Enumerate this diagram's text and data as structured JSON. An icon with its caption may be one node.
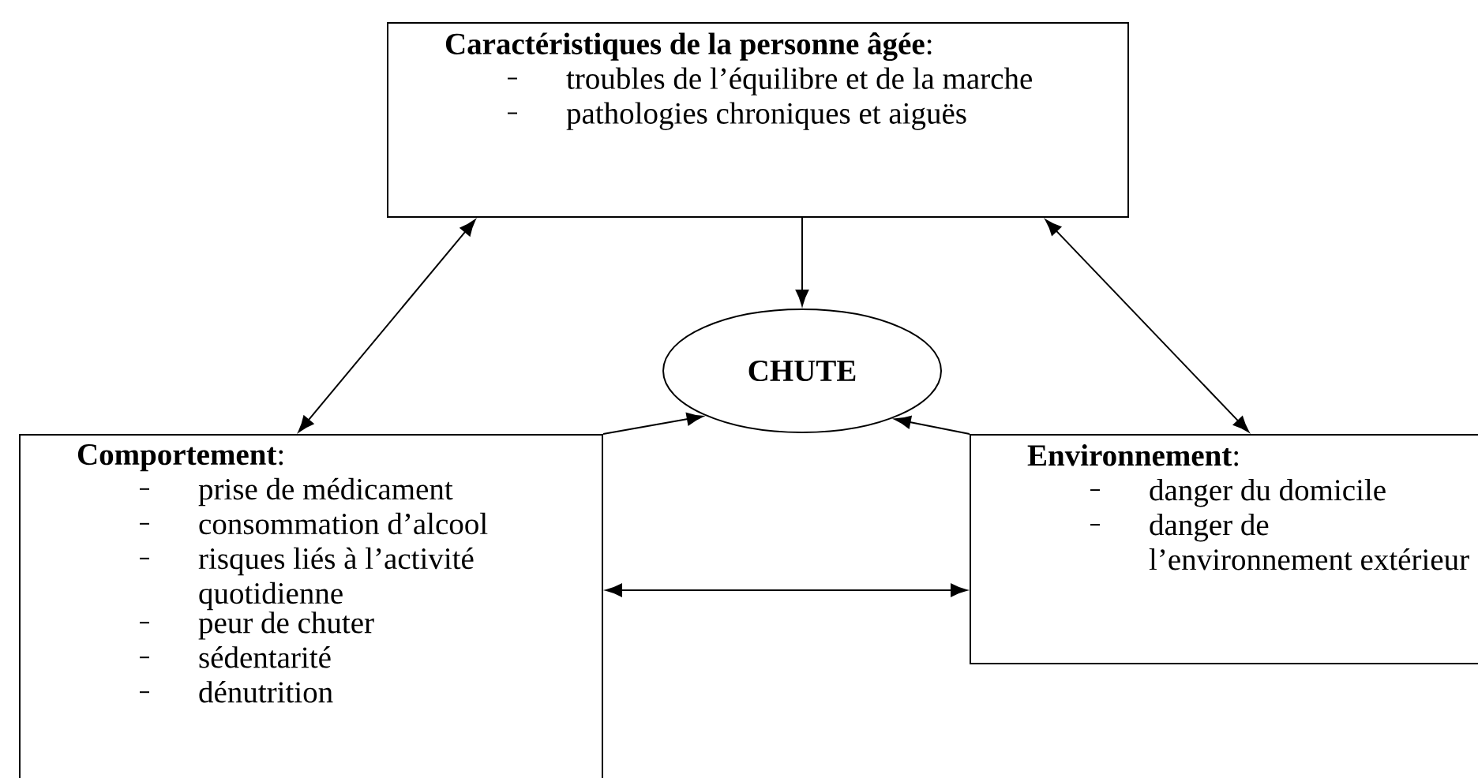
{
  "diagram": {
    "nodes": [
      {
        "text": [
          "**Caractéristiques de la personne âgée**:",
          "troubles de l’équilibre et de la marche",
          "pathologies chroniques et aiguës"
        ]
      },
      {
        "text": [
          "CHUTE"
        ]
      },
      {
        "text": [
          "**Comportement**:",
          "prise de médicament",
          "consommation d’alcool",
          "risques liés à l’activité quotidienne",
          "peur de chuter",
          "sédentarité",
          "dénutrition"
        ]
      },
      {
        "text": [
          "**Environnement**:",
          "danger du domicile",
          "danger de l’environnement extérieur"
        ]
      }
    ],
    "edges": [
      {
        "from": 0,
        "to": 1,
        "arrow": "to"
      },
      {
        "from": 0,
        "to": 2,
        "arrow": "both"
      },
      {
        "from": 0,
        "to": 3,
        "arrow": "both"
      },
      {
        "from": 2,
        "to": 1,
        "arrow": "to"
      },
      {
        "from": 3,
        "to": 1,
        "arrow": "to"
      },
      {
        "from": 2,
        "to": 3,
        "arrow": "both"
      }
    ]
  }
}
